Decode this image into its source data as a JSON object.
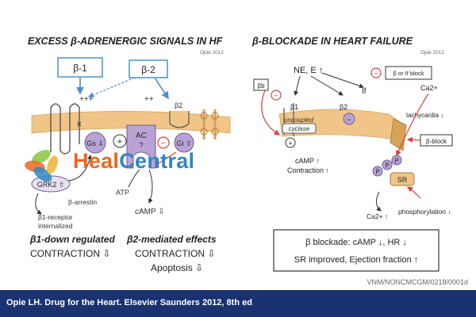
{
  "colors": {
    "membrane": "#f0c587",
    "membrane_dark": "#d8a25a",
    "purple": "#b9a3d4",
    "purple_dark": "#6f5b8f",
    "box_blue": "#4f8fd1",
    "arrow_red": "#d9423a",
    "footer_bg": "#1a3270",
    "watermark_orange": "#ea6820",
    "watermark_blue": "#2f86c6"
  },
  "left_panel": {
    "title": "EXCESS β-ADRENERGIC SIGNALS IN HF",
    "credit": "Opie 2012",
    "b1_box": "β-1",
    "b2_box": "β-2",
    "plus_left": "+++",
    "plus_right": "++",
    "b2_receptor": "β2",
    "gs_label": "Gs ⇩",
    "plus_circle": "+",
    "ac_label": "AC",
    "ac_question": "?",
    "minus_circle": "−",
    "gi_label": "Gi ⇧",
    "grk_label": "GRK2 ⇧",
    "barrestin": "β-arrestin",
    "atp": "ATP",
    "camp": "cAMP ⇩",
    "receptor_internalized_1": "β1-receptor",
    "receptor_internalized_2": "internalized",
    "b1_caption_head": "β1-down regulated",
    "b1_caption_body": "CONTRACTION ⇩",
    "b2_caption_head": "β2-mediated effects",
    "b2_caption_body": "CONTRACTION ⇩",
    "b2_caption_extra": "Apoptosis ⇩"
  },
  "right_panel": {
    "title": "β-BLOCKADE IN HEART FAILURE",
    "credit": "Opie 2012",
    "ne_e": "NE, E ↑",
    "beta_b": "βb",
    "b1": "β1",
    "b2": "β2",
    "if_label": "If",
    "block_box": "β or If block",
    "ca": "Ca2+",
    "uncoupled": "uncoupled",
    "cyclase": "cyclase",
    "tachycardia": "tachycardia ↓",
    "bblock": "β-block",
    "camp_up": "cAMP ↑",
    "contraction_up": "Contraction ↑",
    "p": "P",
    "sr": "SR",
    "ca_bottom": "Ca2+ ↑",
    "phosphorylation": "phosphorylation ↓",
    "summary_1": "β blockade: cAMP ↓, HR ↓",
    "summary_2": "SR improved, Ejection fraction ↑"
  },
  "watermark": {
    "heal": "Heal",
    "central": "Central"
  },
  "code": "VNM/NONCMCGM/0218/0001d",
  "footer": "Opie LH. Drug for the Heart. Elsevier Saunders 2012, 8th ed"
}
